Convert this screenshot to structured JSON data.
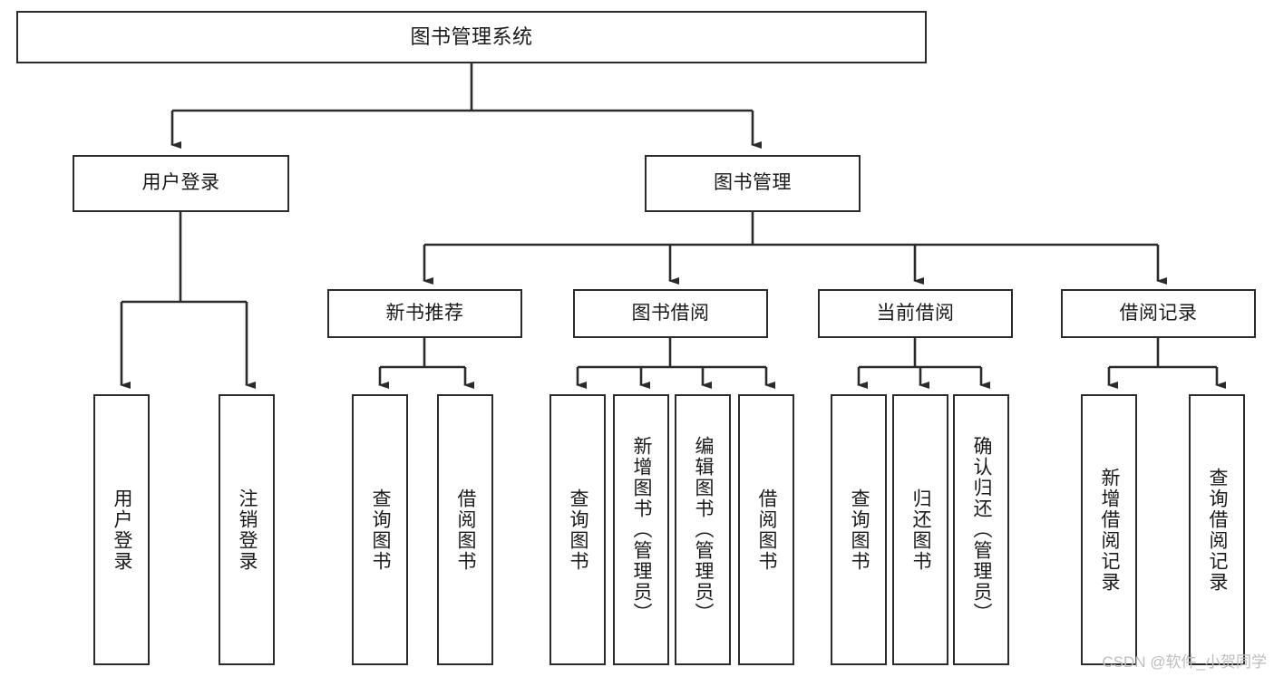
{
  "diagram": {
    "type": "tree",
    "title": "图书管理系统",
    "colors": {
      "node_border": "#2b2b2b",
      "node_fill": "#ffffff",
      "edge": "#2b2b2b",
      "text": "#1a1a1a",
      "watermark": "#bdbdbd",
      "background": "#ffffff"
    },
    "root": {
      "label": "图书管理系统"
    },
    "level1": [
      {
        "label": "用户登录"
      },
      {
        "label": "图书管理"
      }
    ],
    "level2": [
      {
        "label": "新书推荐"
      },
      {
        "label": "图书借阅"
      },
      {
        "label": "当前借阅"
      },
      {
        "label": "借阅记录"
      }
    ],
    "leaves": {
      "user_login": [
        {
          "label": "用户登录"
        },
        {
          "label": "注销登录"
        }
      ],
      "new_book_recommend": [
        {
          "label": "查询图书"
        },
        {
          "label": "借阅图书"
        }
      ],
      "book_borrow": [
        {
          "label": "查询图书"
        },
        {
          "label": "新增图书（管理员）"
        },
        {
          "label": "编辑图书（管理员）"
        },
        {
          "label": "借阅图书"
        }
      ],
      "current_borrow": [
        {
          "label": "查询图书"
        },
        {
          "label": "归还图书"
        },
        {
          "label": "确认归还（管理员）"
        }
      ],
      "borrow_record": [
        {
          "label": "新增借阅记录"
        },
        {
          "label": "查询借阅记录"
        }
      ]
    }
  },
  "watermark": {
    "text": "CSDN @软件_小贺同学"
  }
}
